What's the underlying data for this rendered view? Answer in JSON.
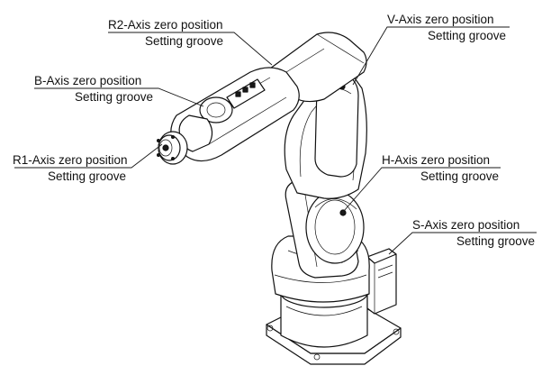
{
  "labels": {
    "r2": {
      "line1": "R2-Axis zero position",
      "line2": "Setting groove"
    },
    "v": {
      "line1": "V-Axis zero position",
      "line2": "Setting groove"
    },
    "b": {
      "line1": "B-Axis zero position",
      "line2": "Setting groove"
    },
    "r1": {
      "line1": "R1-Axis zero position",
      "line2": "Setting groove"
    },
    "h": {
      "line1": "H-Axis zero position",
      "line2": "Setting groove"
    },
    "s": {
      "line1": "S-Axis zero position",
      "line2": "Setting groove"
    }
  },
  "colors": {
    "line": "#111111",
    "background": "#ffffff"
  }
}
